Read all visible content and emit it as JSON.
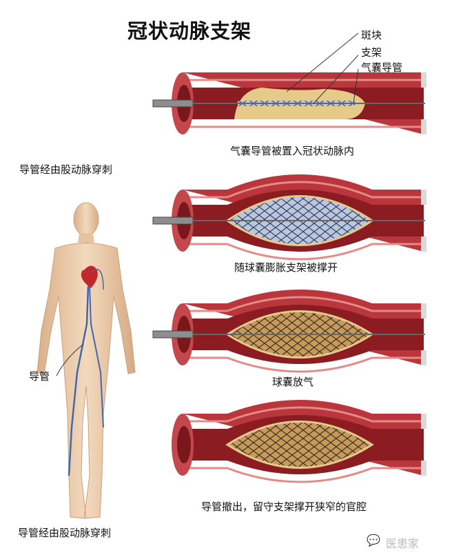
{
  "title": "冠状动脉支架",
  "labels": {
    "plaque": "斑块",
    "stent": "支架",
    "balloon_catheter": "气囊导管",
    "catheter": "导管",
    "puncture_top": "导管经由股动脉穿刺",
    "puncture_bottom": "导管经由股动脉穿刺"
  },
  "steps": [
    {
      "caption": "气囊导管被置入冠状动脉内"
    },
    {
      "caption": "随球囊膨胀支架被撑开"
    },
    {
      "caption": "球囊放气"
    },
    {
      "caption": "导管撤出，留守支架撑开狭窄的官腔"
    }
  ],
  "watermark": {
    "icon": "wechat-icon",
    "text": "医患家"
  },
  "colors": {
    "vessel": "#b8363c",
    "lumen": "#8a1c22",
    "plaque": "#e7c98a",
    "stent_blue": "#9fb3d6",
    "skin": "#e9c9a8"
  }
}
